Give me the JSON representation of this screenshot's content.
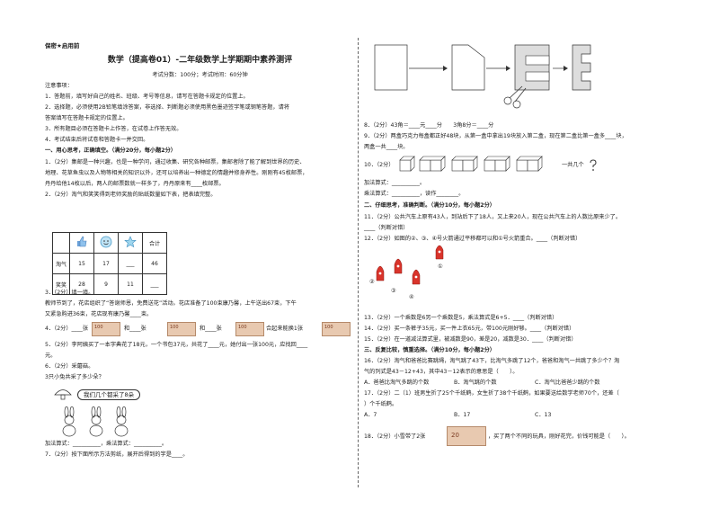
{
  "left": {
    "confidential": "保密★启用前",
    "title": "数学（提高卷01）-二年级数学上学期期中素养测评",
    "meta": "考试分数：100分；考试时间：60分钟",
    "notes_title": "注意事项：",
    "notes": [
      "1．答题前，填写好自己的姓名、班级、考号等信息，请写在答题卡规定的位置上。",
      "2．选择题，必须使用2B铅笔填涂答案，非选择、判断题必须使用黑色墨迹签字笔或钢笔答题，请将",
      "答案填写在答题卡规定的位置上。",
      "3．所有题目必须在答题卡上作答，在试卷上作答无效。",
      "4．考试结束后将试卷和答题卡一并交回。"
    ],
    "section1": "一、用心思考，正确填空。（满分20分，每小题2分）",
    "q1": [
      "1．（2分）集邮是一种兴趣，也是一种学问，通过收集、研究各种邮票，集邮者除了能了解到世界的历史、",
      "地理、花草鱼虫以及人物等相关的知识以外，还可以培养出一种德定的情趣并修身养性。刚刚有45枚邮票，",
      "丹丹给他14枚以后，两人的邮票数就一样多了，丹丹原来有____枚邮票。"
    ],
    "q2": "2．（2分）淘气和笑笑得到老师奖励的贴纸数量如下表，把表填完整。",
    "table": {
      "total_label": "合计",
      "rows": [
        {
          "name": "淘气",
          "cells": [
            "15",
            "17",
            "___",
            "46"
          ]
        },
        {
          "name": "笑笑",
          "cells": [
            "28",
            "9",
            "11",
            "___"
          ]
        }
      ]
    },
    "q3": "3．（2分）填一填。",
    "q3_text": [
      "教师节到了，花店组织了“答谢师恩，免费送花”活动。花店准备了100束康乃馨，上午送出67束，下午",
      "又紧急购进36束，花店现有康乃馨____束。"
    ],
    "q4": {
      "q4_1": "4．（2分）____张",
      "q4_2": "和____张",
      "q4_3": "和____张",
      "q4_4": "合起来能换1张"
    },
    "bill_label": "100",
    "q5": [
      "5．（2分）李阿姨买了一本字典花了18元，一个书包37元，共花了____元，她付出一张100元，应找回____",
      "元。"
    ],
    "q6": "6．（2分）采蘑菇。",
    "q6_line": "3只小兔共采了多少朵？",
    "speech": "我们几个都采了8朵",
    "q6_formula": "加法算式：__________，乘法算式：__________。",
    "q7": "7．（2分）按下面所示方法剪纸，展开后得到的字是____。"
  },
  "right": {
    "q8": "8．（2分）43角＝____元____分　　3角8分＝____分",
    "q9": [
      "9．（2分）两盒巧克力每盒都正好48块，从第一盒中拿出19块放入第二盒，现在第二盒比第一盒多____块，",
      "两盒一共____块。"
    ],
    "q10": "10．（2分）",
    "q10_suffix": "一共几个",
    "q10_formula1": "加法算式：__________。",
    "q10_formula2": "乘法算式：__________，读作________。",
    "section2": "二、仔细思考，准确判断。（满分10分，每小题2分）",
    "q11": "11．（2分）公共汽车上原有43人，到站后下了18人，又上来20人，现在公共汽车上的人数比原来少了。",
    "q11_judge": "____（判断对错）",
    "q12": "12．（2分）如图的②、③、④号火箭通过平移都可以和①号火箭重合。____（判断对错）",
    "rocket_labels": [
      "①",
      "②",
      "③",
      "④"
    ],
    "q13": "13．（2分）一个乘数是6另一个乘数是5，乘法算式是6+5．____（判断对错）",
    "q14": "14．（2分）买一条裤子35元，买一件上衣65元，带100元刚好够。____（判断对错）",
    "q15": "15．（2分）在一道减法算式里，被减数是90，差是20，减数是30．____（判断对错）",
    "section3": "三、反复比较，慎重选择。（满分10分，每小题2分）",
    "q16": [
      "16．（2分）淘气和爸爸比赛跳绳，淘气跳了43下，比淘气多跳了12个，爸爸和淘气一共跳了多少个？淘",
      "气的列式是43－12+43，其中43－12表示的意思是（　　）。"
    ],
    "q16_opts": [
      "A．爸爸比淘气多跳的个数",
      "B．淘气跳的个数",
      "C．淘气比爸爸少跳的个数"
    ],
    "q17": [
      "17．（2分）二（1）班男生折了25个千纸鹤，女生折了38个千纸鹤，如果要送给数学老师70个，还差（",
      "）个千纸鹤。"
    ],
    "q17_opts": [
      "A．7",
      "B．17",
      "C．13"
    ],
    "q18_a": "18．（2分）小雪带了2张",
    "q18_b": "，买了两个不同的玩具，刚好花完，价钱可能是（　　）。",
    "bill20": "20"
  }
}
